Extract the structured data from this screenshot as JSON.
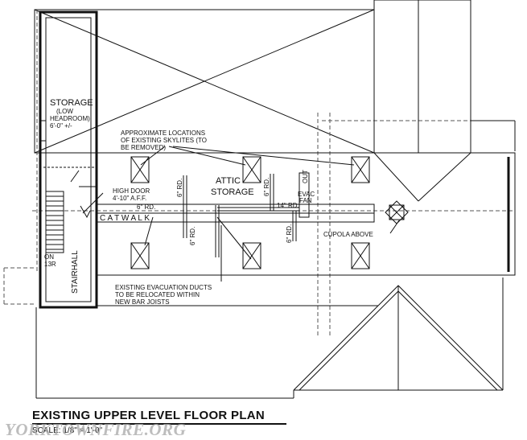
{
  "plan": {
    "title": "EXISTING UPPER LEVEL FLOOR PLAN",
    "scale": "SCALE: 1/8\" = 1'-0\""
  },
  "rooms": {
    "storage": "STORAGE",
    "storage_low": "(LOW",
    "storage_headroom": "HEADROOM)",
    "storage_height": "6'-0\" +/-",
    "stairhall": "STAIRHALL",
    "stair_on": "ON",
    "stair_r": "13R",
    "attic_line1": "ATTIC",
    "attic_line2": "STORAGE",
    "catwalk": "C A T W A L K"
  },
  "notes": {
    "skylites_1": "APPROXIMATE LOCATIONS",
    "skylites_2": "OF EXISTING SKYLITES (TO",
    "skylites_3": "BE REMOVED)",
    "high_door_1": "HIGH DOOR",
    "high_door_2": "4'-10\" A.F.F.",
    "cupola": "CUPOLA ABOVE",
    "ducts_1": "EXISTING EVACUATION DUCTS",
    "ducts_2": "TO BE RELOCATED WITHIN",
    "ducts_3": "NEW BAR JOISTS",
    "evac_1": "EVAC",
    "evac_2": "FAN",
    "out": "OUT"
  },
  "ducts": {
    "rd6": "6\" RD.",
    "rd14": "14\" RD."
  },
  "watermark": "YORKTOWNFIRE.ORG",
  "colors": {
    "ink": "#111111",
    "watermark": "#aaaaaa"
  }
}
